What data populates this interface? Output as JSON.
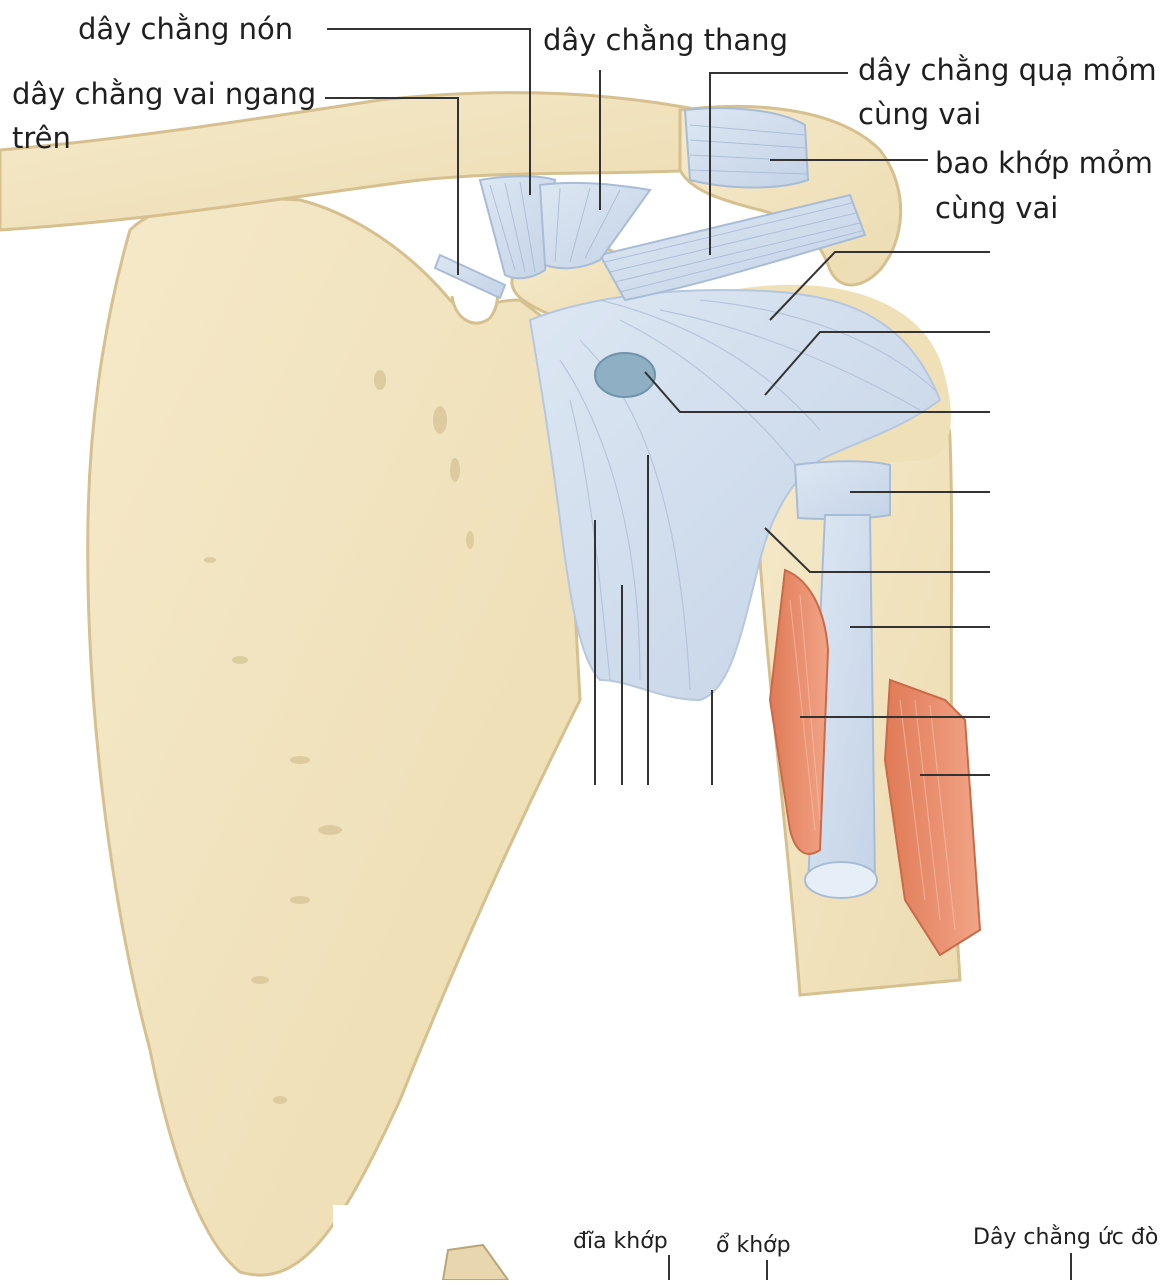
{
  "labels": {
    "conoid_ligament": "dây chằng nón",
    "trapezoid_ligament": "dây chằng thang",
    "coracoacromial_ligament_l1": "dây chằng quạ mỏm",
    "coracoacromial_ligament_l2": "cùng vai",
    "superior_transverse_ligament_l1": "dây chằng vai ngang",
    "superior_transverse_ligament_l2": "trên",
    "acromioclavicular_capsule_l1": "bao khớp mỏm",
    "acromioclavicular_capsule_l2": "cùng vai"
  },
  "inset_labels": {
    "articular_disc": "đĩa khớp",
    "joint_cavity": "ổ khớp",
    "sternoclavicular_ligament": "Dây chằng ức đò"
  },
  "colors": {
    "bone": "#f1e3bf",
    "bone_edge": "#d9c597",
    "ligament": "#cfdcec",
    "ligament_line": "#a9bcd6",
    "muscle": "#e98b6a",
    "leader": "#333333"
  }
}
